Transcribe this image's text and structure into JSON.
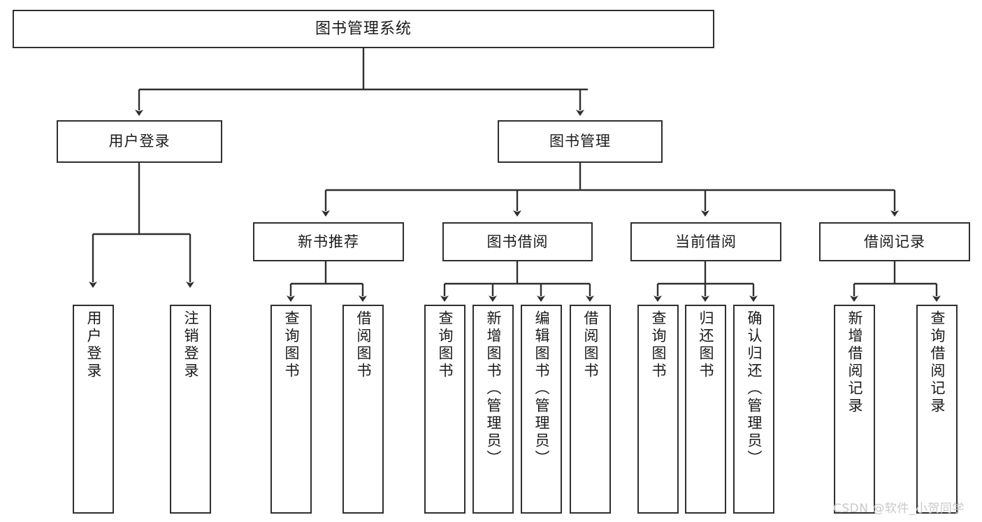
{
  "diagram": {
    "title": "图书管理系统",
    "type": "tree-hierarchy-diagram",
    "colors": {
      "box_border": "#2f2f2f",
      "box_fill": "#ffffff",
      "edge": "#2f2f2f",
      "text": "#1a1a1a",
      "watermark": "#c9c9c9",
      "background": "#ffffff"
    },
    "root": {
      "label": "图书管理系统"
    },
    "level2": [
      {
        "label": "用户登录"
      },
      {
        "label": "图书管理"
      }
    ],
    "level3": [
      {
        "label": "新书推荐"
      },
      {
        "label": "图书借阅"
      },
      {
        "label": "当前借阅"
      },
      {
        "label": "借阅记录"
      }
    ],
    "leaves": {
      "user_login": [
        {
          "label": "用户登录"
        },
        {
          "label": "注销登录"
        }
      ],
      "new_book_recommend": [
        {
          "label": "查询图书"
        },
        {
          "label": "借阅图书"
        }
      ],
      "book_borrow": [
        {
          "label": "查询图书"
        },
        {
          "label": "新增图书（管理员）"
        },
        {
          "label": "编辑图书（管理员）"
        },
        {
          "label": "借阅图书"
        }
      ],
      "current_borrow": [
        {
          "label": "查询图书"
        },
        {
          "label": "归还图书"
        },
        {
          "label": "确认归还（管理员）"
        }
      ],
      "borrow_record": [
        {
          "label": "新增借阅记录"
        },
        {
          "label": "查询借阅记录"
        }
      ]
    }
  },
  "watermark": {
    "text": "CSDN @软件_小贺同学"
  }
}
